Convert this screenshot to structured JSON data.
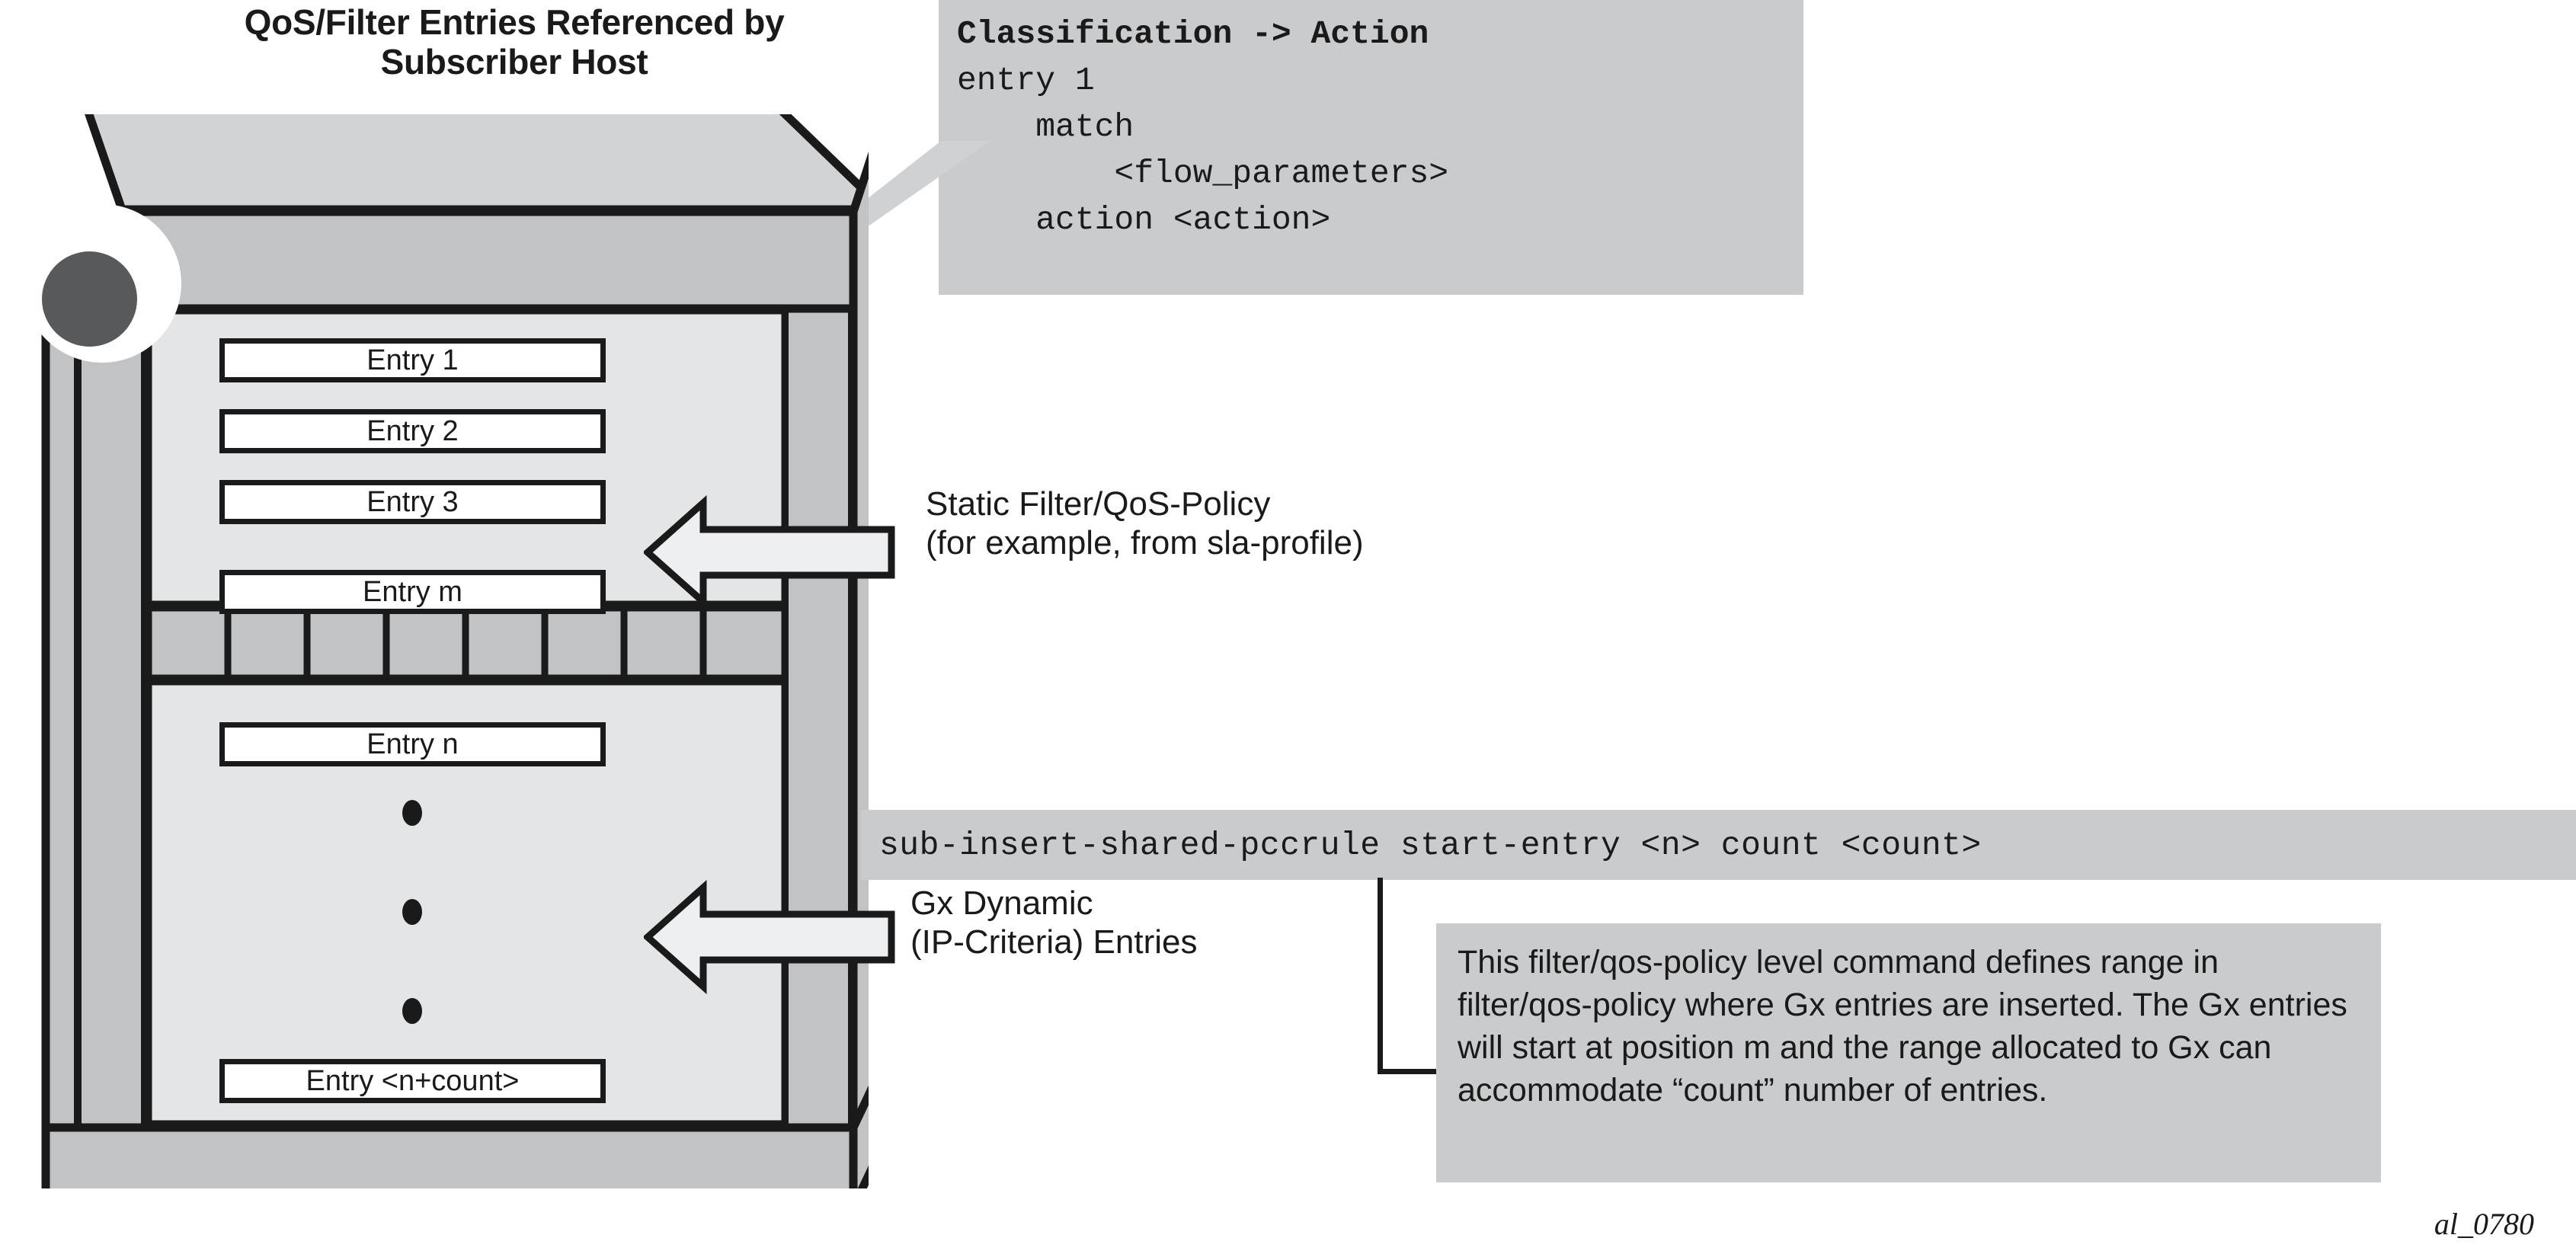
{
  "title": "QoS/Filter Entries Referenced by\nSubscriber Host",
  "classification_block": {
    "heading": "Classification -> Action",
    "lines": [
      "entry 1",
      "    match",
      "        <flow_parameters>",
      "    action <action>"
    ],
    "full_text": "Classification -> Action\nentry 1\n    match\n        <flow_parameters>\n    action <action>",
    "background_color": "#c9cbcd"
  },
  "chassis": {
    "static_entries": [
      {
        "label": "Entry 1"
      },
      {
        "label": "Entry 2"
      },
      {
        "label": "Entry 3"
      },
      {
        "label": "Entry m"
      }
    ],
    "dynamic_entries": [
      {
        "label": "Entry n"
      },
      {
        "label": "Entry <n+count>"
      }
    ],
    "ellipsis_dots": 3,
    "vent_slot_count": 8,
    "knob_color": "#58595b",
    "face_color": "#c2c3c5",
    "top_color": "#d2d3d5",
    "panel_color": "#e4e5e7"
  },
  "annotations": {
    "static_policy": "Static Filter/QoS-Policy\n(for example, from sla-profile)",
    "gx_dynamic": "Gx Dynamic\n(IP-Criteria) Entries"
  },
  "command_bar": {
    "text": "sub-insert-shared-pccrule start-entry <n> count <count>",
    "background_color": "#c9cbcd"
  },
  "description_note": {
    "text": "This filter/qos-policy level command defines range in filter/qos-policy where Gx entries are inserted. The Gx entries will start at position m and the range allocated to Gx can accommodate “count” number of entries.",
    "background_color": "#c9cbcd"
  },
  "figure_id": "al_0780"
}
